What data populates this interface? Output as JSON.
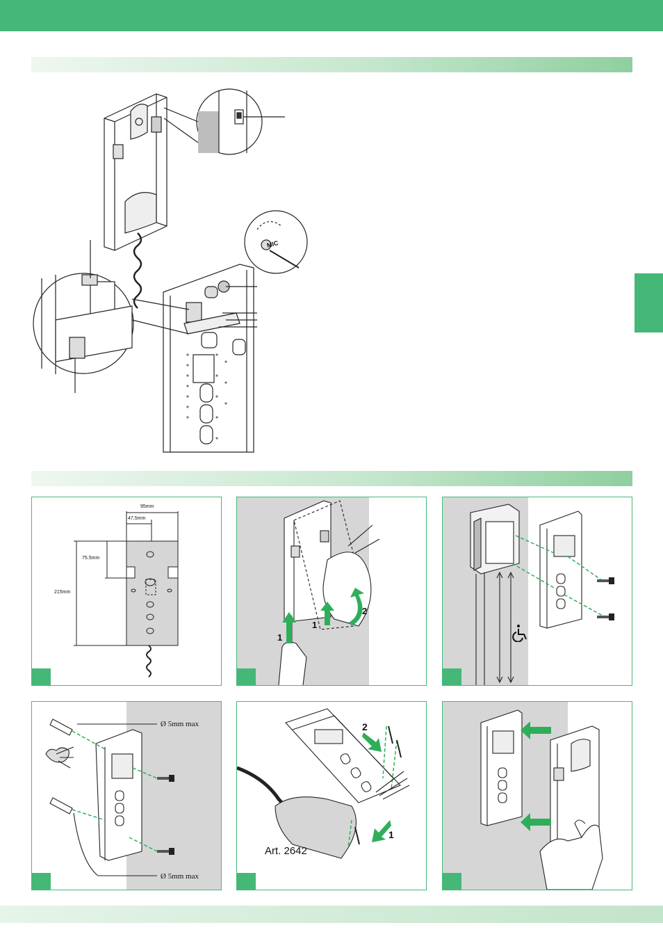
{
  "colors": {
    "accent": "#45b878",
    "wall": "#d6d6d6",
    "arrow": "#2fae5a"
  },
  "dimensions": {
    "width_95": "95mm",
    "width_47_5": "47,5mm",
    "height_75_5": "75.5mm",
    "height_215": "215mm"
  },
  "step_labels": {
    "one": "1",
    "two": "2"
  },
  "mic_label": "MIC",
  "wall_plug_label": "Ø 5mm max",
  "article_label": "Art. 2642",
  "icons": [
    "wheelchair-icon",
    "screwdriver-icon",
    "hand-icon",
    "screw-icon",
    "arrow-icon"
  ]
}
